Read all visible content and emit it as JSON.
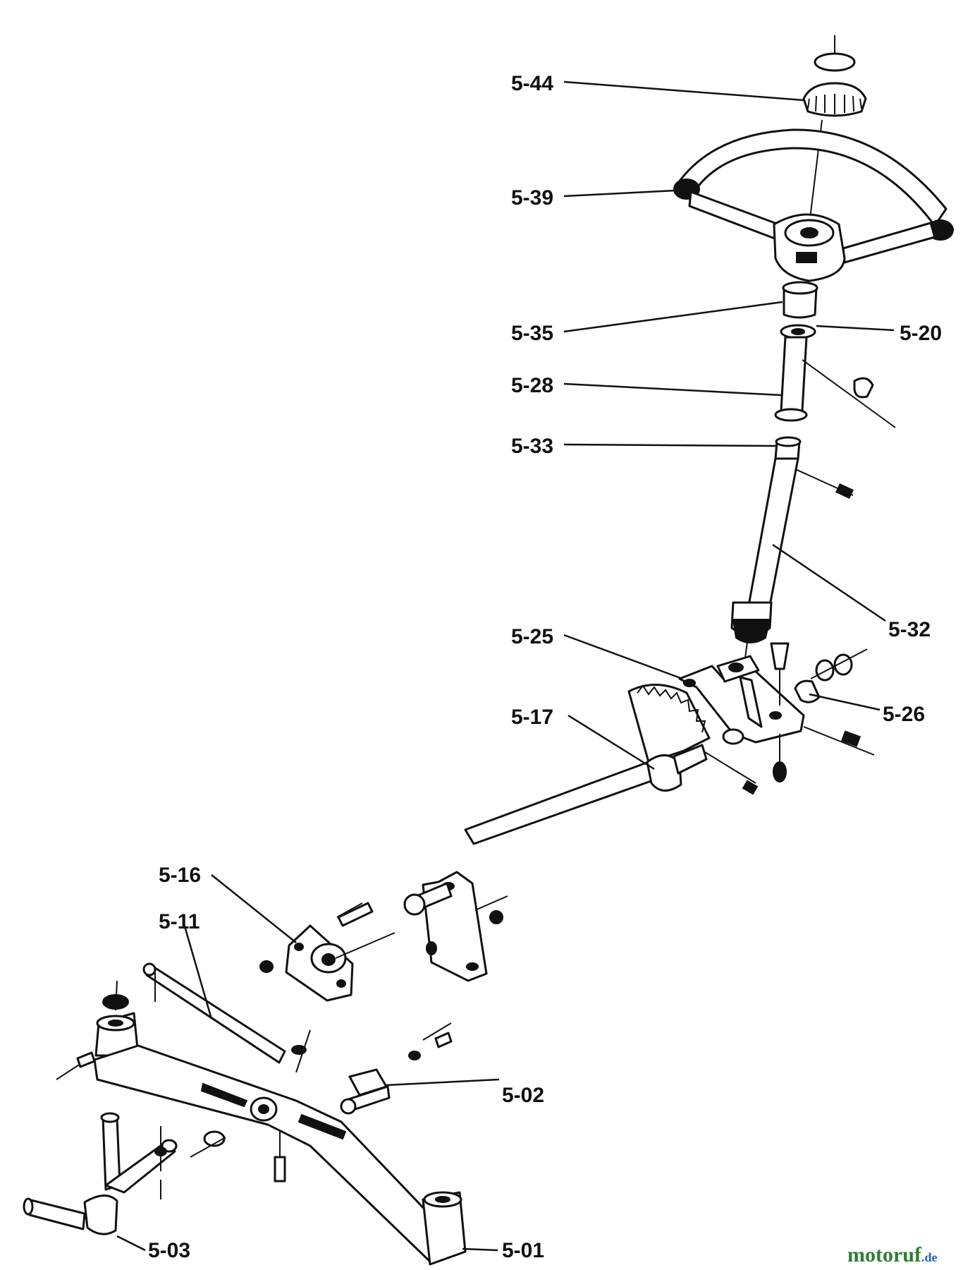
{
  "labels": {
    "p544": "5-44",
    "p539": "5-39",
    "p535": "5-35",
    "p520": "5-20",
    "p528": "5-28",
    "p533": "5-33",
    "p532": "5-32",
    "p525": "5-25",
    "p526": "5-26",
    "p517": "5-17",
    "p516": "5-16",
    "p511": "5-11",
    "p502": "5-02",
    "p503": "5-03",
    "p501": "5-01"
  },
  "watermark": {
    "brand": "motoruf",
    "tld": ".de",
    "brand_color": "#2e7d32",
    "tld_color": "#1565c0"
  }
}
